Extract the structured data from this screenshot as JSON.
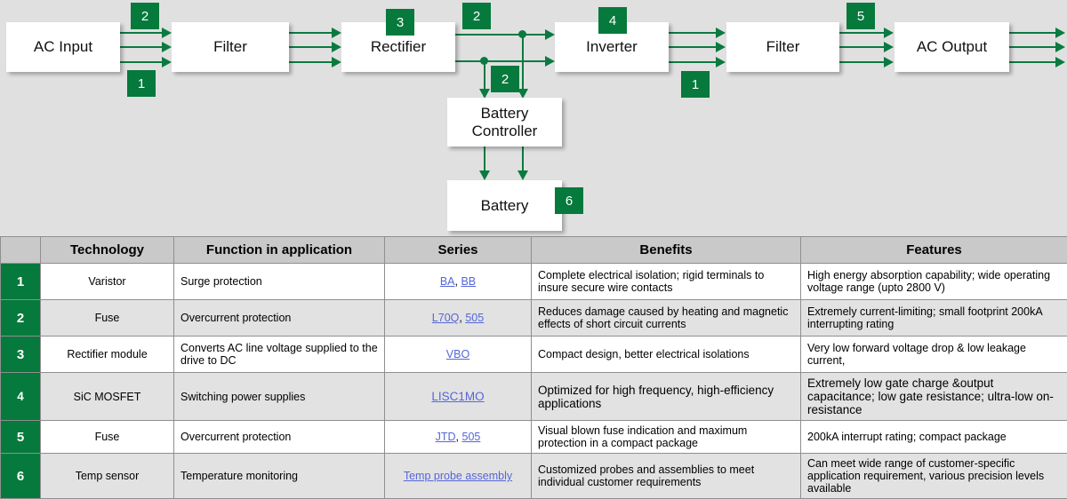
{
  "colors": {
    "brand_green": "#06793C",
    "wire_green": "#0A7A40",
    "diagram_bg": "#e0e0e0",
    "header_bg": "#c9c9c9",
    "link_blue": "#5566d8"
  },
  "diagram": {
    "nodes": [
      {
        "id": "ac-input",
        "label": "AC Input"
      },
      {
        "id": "filter-in",
        "label": "Filter"
      },
      {
        "id": "rectifier",
        "label": "Rectifier"
      },
      {
        "id": "inverter",
        "label": "Inverter"
      },
      {
        "id": "filter-out",
        "label": "Filter"
      },
      {
        "id": "ac-output",
        "label": "AC Output"
      },
      {
        "id": "battery-controller",
        "label": "Battery\nController"
      },
      {
        "id": "battery",
        "label": "Battery"
      }
    ],
    "badges": [
      {
        "id": "badge-ac-input-top",
        "label": "2"
      },
      {
        "id": "badge-ac-input-bottom",
        "label": "1"
      },
      {
        "id": "badge-rectifier",
        "label": "3"
      },
      {
        "id": "badge-dc-bus",
        "label": "2"
      },
      {
        "id": "badge-inverter",
        "label": "4"
      },
      {
        "id": "badge-battery-link",
        "label": "2"
      },
      {
        "id": "badge-filter-out",
        "label": "1"
      },
      {
        "id": "badge-ac-output",
        "label": "5"
      },
      {
        "id": "badge-battery",
        "label": "6"
      }
    ]
  },
  "table": {
    "columns": [
      "",
      "Technology",
      "Function in application",
      "Series",
      "Benefits",
      "Features"
    ],
    "rows": [
      {
        "num": "1",
        "technology": "Varistor",
        "function": "Surge protection",
        "series": [
          {
            "text": "BA",
            "link": true
          },
          {
            "text": ", ",
            "link": false
          },
          {
            "text": "BB",
            "link": true
          }
        ],
        "benefits": "Complete electrical isolation; rigid terminals to insure secure wire contacts",
        "features": "High energy absorption capability; wide operating voltage range (upto 2800 V)"
      },
      {
        "num": "2",
        "technology": "Fuse",
        "function": "Overcurrent protection",
        "series": [
          {
            "text": "L70Q",
            "link": true
          },
          {
            "text": ", ",
            "link": false
          },
          {
            "text": "505",
            "link": true
          }
        ],
        "benefits": "Reduces damage caused by heating and magnetic effects of short circuit currents",
        "features": "Extremely current-limiting; small footprint 200kA interrupting rating"
      },
      {
        "num": "3",
        "technology": "Rectifier module",
        "function": "Converts AC line voltage supplied to the drive to DC",
        "series": [
          {
            "text": "VBO",
            "link": true
          }
        ],
        "benefits": "Compact design, better electrical isolations",
        "features": "Very low forward voltage drop & low leakage current,"
      },
      {
        "num": "4",
        "technology": "SiC MOSFET",
        "function": "Switching power supplies",
        "series": [
          {
            "text": "LISC1MO",
            "link": true
          }
        ],
        "benefits": "Optimized for high frequency, high-efficiency applications",
        "features": "Extremely low gate charge &output capacitance; low gate resistance; ultra-low on-resistance"
      },
      {
        "num": "5",
        "technology": "Fuse",
        "function": "Overcurrent protection",
        "series": [
          {
            "text": "JTD",
            "link": true
          },
          {
            "text": ", ",
            "link": false
          },
          {
            "text": "505",
            "link": true
          }
        ],
        "benefits": "Visual blown fuse indication and maximum protection in a compact package",
        "features": "200kA  interrupt rating; compact package"
      },
      {
        "num": "6",
        "technology": "Temp sensor",
        "function": "Temperature monitoring",
        "series": [
          {
            "text": "Temp probe assembly",
            "link": true
          }
        ],
        "benefits": "Customized probes and assemblies to meet individual customer requirements",
        "features": "Can meet wide range of customer-specific application requirement, various precision levels available"
      }
    ]
  }
}
